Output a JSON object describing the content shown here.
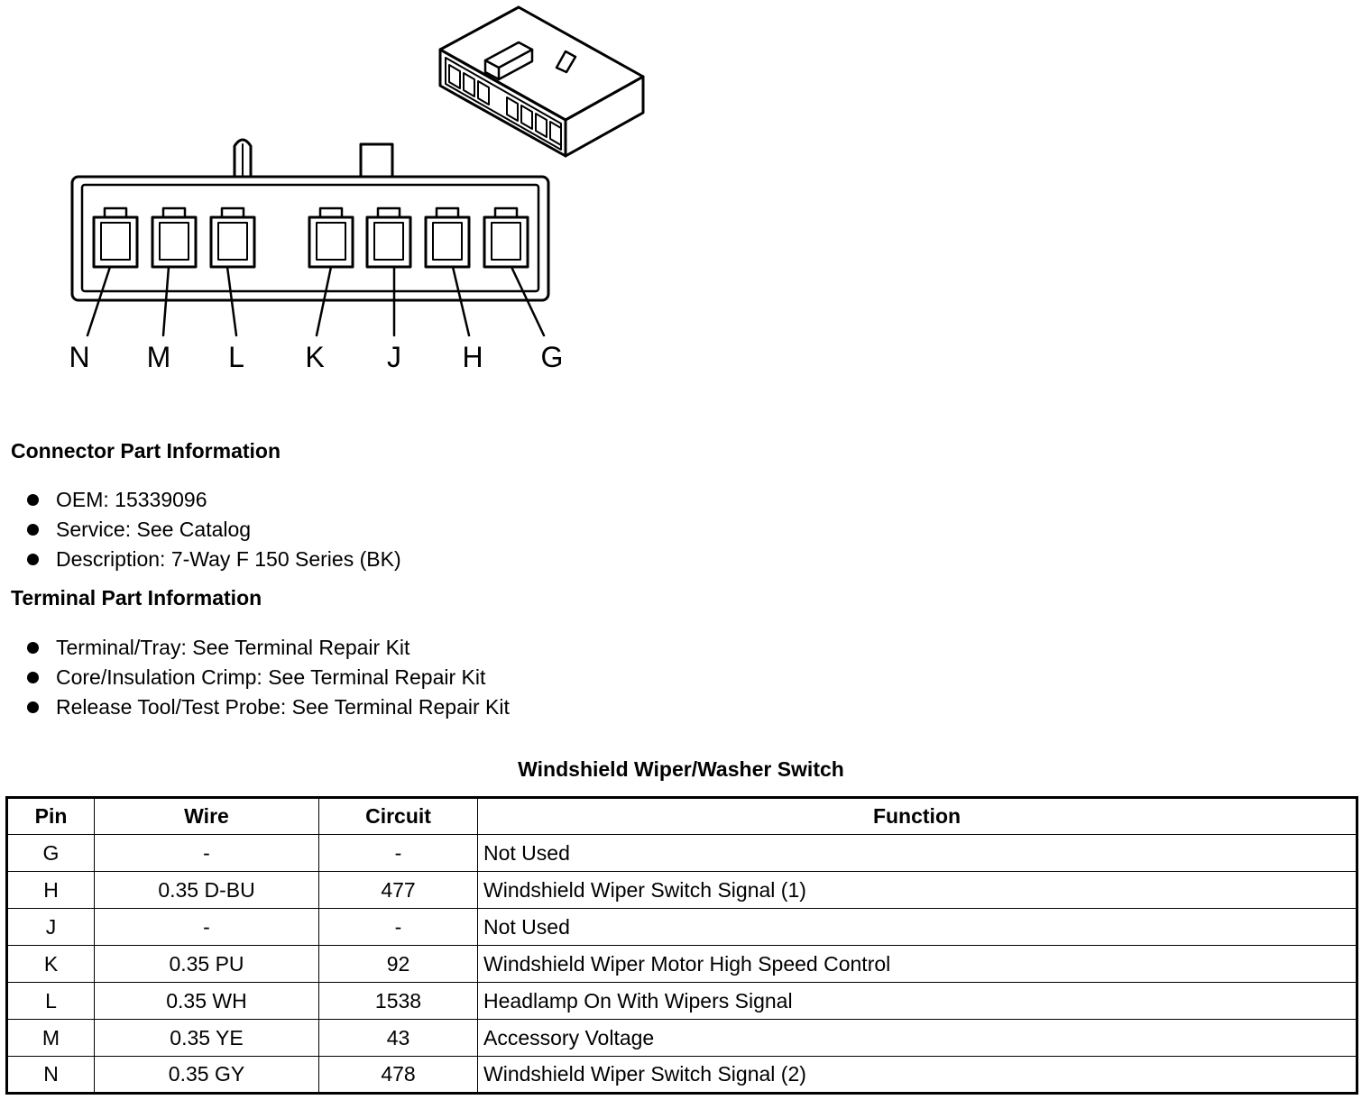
{
  "diagram": {
    "pin_labels": [
      "N",
      "M",
      "L",
      "K",
      "J",
      "H",
      "G"
    ]
  },
  "connector_info": {
    "title": "Connector Part Information",
    "items": [
      "OEM: 15339096",
      "Service: See Catalog",
      "Description: 7-Way F 150 Series (BK)"
    ]
  },
  "terminal_info": {
    "title": "Terminal Part Information",
    "items": [
      "Terminal/Tray: See Terminal Repair Kit",
      "Core/Insulation Crimp: See Terminal Repair Kit",
      "Release Tool/Test Probe: See Terminal Repair Kit"
    ]
  },
  "table": {
    "title": "Windshield Wiper/Washer Switch",
    "headers": {
      "pin": "Pin",
      "wire": "Wire",
      "circuit": "Circuit",
      "function": "Function"
    },
    "rows": [
      {
        "pin": "G",
        "wire": "-",
        "circuit": "-",
        "function": "Not Used"
      },
      {
        "pin": "H",
        "wire": "0.35 D-BU",
        "circuit": "477",
        "function": "Windshield Wiper Switch Signal (1)"
      },
      {
        "pin": "J",
        "wire": "-",
        "circuit": "-",
        "function": "Not Used"
      },
      {
        "pin": "K",
        "wire": "0.35 PU",
        "circuit": "92",
        "function": "Windshield Wiper Motor High Speed Control"
      },
      {
        "pin": "L",
        "wire": "0.35 WH",
        "circuit": "1538",
        "function": "Headlamp On With Wipers Signal"
      },
      {
        "pin": "M",
        "wire": "0.35 YE",
        "circuit": "43",
        "function": "Accessory Voltage"
      },
      {
        "pin": "N",
        "wire": "0.35 GY",
        "circuit": "478",
        "function": "Windshield Wiper Switch Signal (2)"
      }
    ]
  }
}
